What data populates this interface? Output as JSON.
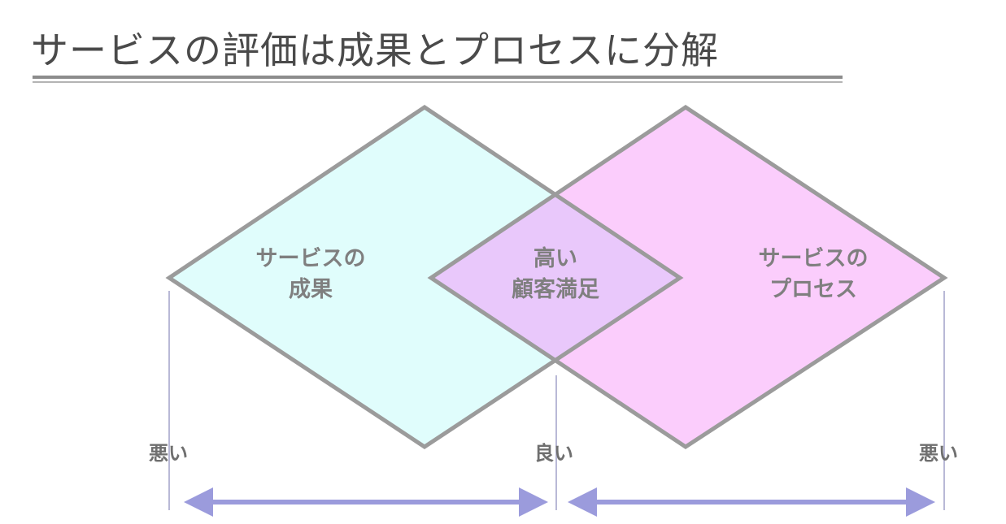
{
  "title": "サービスの評価は成果とプロセスに分解",
  "diagram": {
    "left_region": {
      "line1": "サービスの",
      "line2": "成果",
      "fill": "#e0fdfc"
    },
    "right_region": {
      "line1": "サービスの",
      "line2": "プロセス",
      "fill": "#fbcdfc"
    },
    "overlap_region": {
      "line1": "高い",
      "line2": "顧客満足",
      "fill": "#e9c8fb"
    },
    "outline_color": "#9b9b9b",
    "arrow_color": "#9b9bdc"
  },
  "axis": {
    "left_label": "悪い",
    "center_label": "良い",
    "right_label": "悪い"
  }
}
